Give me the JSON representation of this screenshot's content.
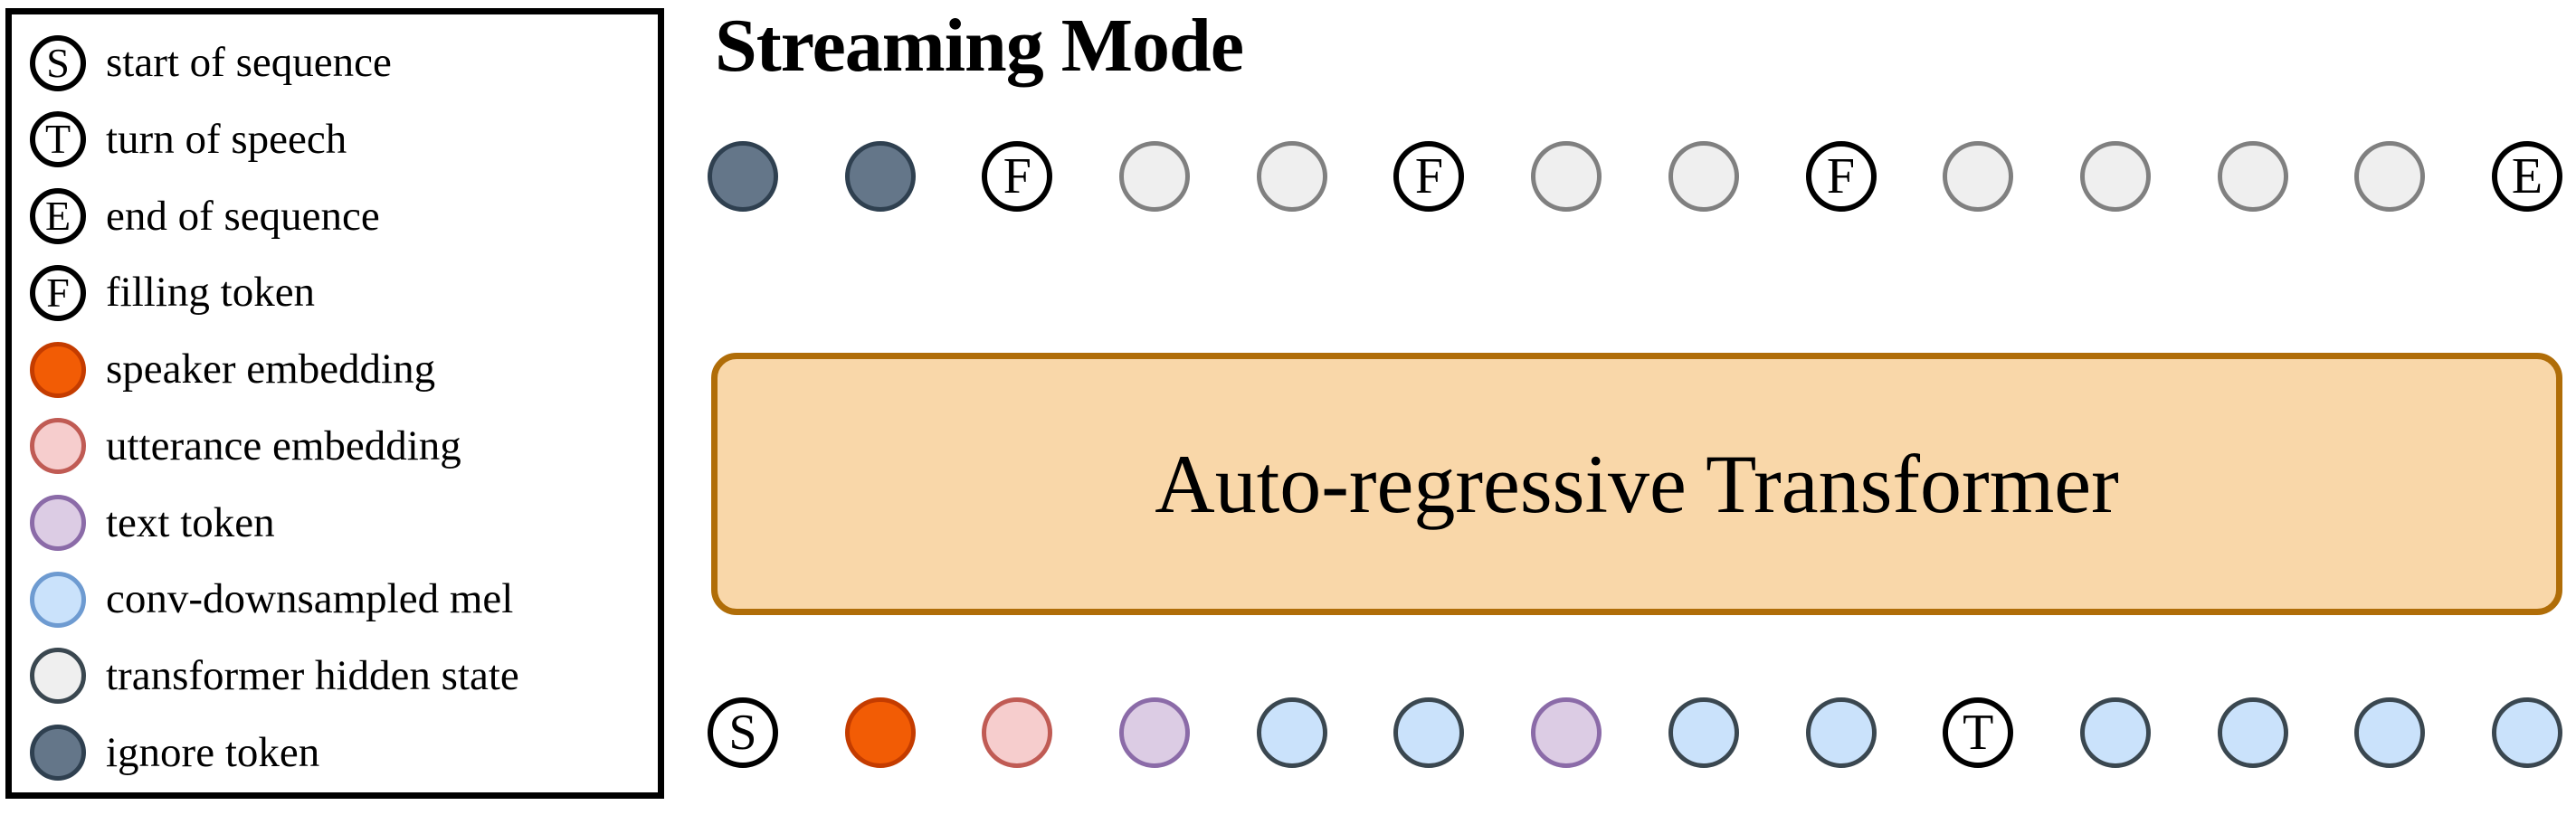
{
  "figure": {
    "title": "Streaming Mode",
    "background": "#ffffff"
  },
  "palette": {
    "letter_token_fill": "#ffffff",
    "letter_token_border": "#000000",
    "speaker_fill": "#F25C05",
    "speaker_border": "#C43C00",
    "utterance_fill": "#F6CDCD",
    "utterance_border": "#C05B54",
    "text_fill": "#DCCCE4",
    "text_border": "#8B6BA8",
    "mel_fill": "#CAE2FB",
    "mel_border": "#6E9BD1",
    "hidden_fill": "#EFEFEF",
    "hidden_border": "#3A4750",
    "ignore_fill": "#647689",
    "ignore_border": "#2F4050",
    "block_fill": "#F9D7A9",
    "block_border": "#B06D08"
  },
  "legend": {
    "items": [
      {
        "glyph": "S",
        "label": "start of sequence",
        "fill": "#ffffff",
        "border": "#000000",
        "border_width": "6px"
      },
      {
        "glyph": "T",
        "label": "turn of speech",
        "fill": "#ffffff",
        "border": "#000000",
        "border_width": "6px"
      },
      {
        "glyph": "E",
        "label": "end of sequence",
        "fill": "#ffffff",
        "border": "#000000",
        "border_width": "6px"
      },
      {
        "glyph": "F",
        "label": "filling token",
        "fill": "#ffffff",
        "border": "#000000",
        "border_width": "6px"
      },
      {
        "glyph": "",
        "label": "speaker embedding",
        "fill": "#F25C05",
        "border": "#C43C00",
        "border_width": "5px"
      },
      {
        "glyph": "",
        "label": "utterance embedding",
        "fill": "#F6CDCD",
        "border": "#C05B54",
        "border_width": "5px"
      },
      {
        "glyph": "",
        "label": "text token",
        "fill": "#DCCCE4",
        "border": "#8B6BA8",
        "border_width": "5px"
      },
      {
        "glyph": "",
        "label": "conv-downsampled mel",
        "fill": "#CAE2FB",
        "border": "#6E9BD1",
        "border_width": "5px"
      },
      {
        "glyph": "",
        "label": "transformer hidden state",
        "fill": "#EFEFEF",
        "border": "#3A4750",
        "border_width": "5px"
      },
      {
        "glyph": "",
        "label": "ignore token",
        "fill": "#647689",
        "border": "#2F4050",
        "border_width": "5px"
      }
    ]
  },
  "block": {
    "label": "Auto-regressive Transformer"
  },
  "chart_data": {
    "type": "diagram",
    "title": "Streaming Mode",
    "rows": [
      {
        "name": "output-tokens",
        "position": "top",
        "tokens": [
          {
            "kind": "ignore",
            "glyph": "",
            "fill": "#647689",
            "border": "#2F4050",
            "border_width": "5px"
          },
          {
            "kind": "ignore",
            "glyph": "",
            "fill": "#647689",
            "border": "#2F4050",
            "border_width": "5px"
          },
          {
            "kind": "filling",
            "glyph": "F",
            "fill": "#ffffff",
            "border": "#000000",
            "border_width": "6px"
          },
          {
            "kind": "hidden",
            "glyph": "",
            "fill": "#EFEFEF",
            "border": "#808080",
            "border_width": "5px"
          },
          {
            "kind": "hidden",
            "glyph": "",
            "fill": "#EFEFEF",
            "border": "#808080",
            "border_width": "5px"
          },
          {
            "kind": "filling",
            "glyph": "F",
            "fill": "#ffffff",
            "border": "#000000",
            "border_width": "6px"
          },
          {
            "kind": "hidden",
            "glyph": "",
            "fill": "#EFEFEF",
            "border": "#808080",
            "border_width": "5px"
          },
          {
            "kind": "hidden",
            "glyph": "",
            "fill": "#EFEFEF",
            "border": "#808080",
            "border_width": "5px"
          },
          {
            "kind": "filling",
            "glyph": "F",
            "fill": "#ffffff",
            "border": "#000000",
            "border_width": "6px"
          },
          {
            "kind": "hidden",
            "glyph": "",
            "fill": "#EFEFEF",
            "border": "#808080",
            "border_width": "5px"
          },
          {
            "kind": "hidden",
            "glyph": "",
            "fill": "#EFEFEF",
            "border": "#808080",
            "border_width": "5px"
          },
          {
            "kind": "hidden",
            "glyph": "",
            "fill": "#EFEFEF",
            "border": "#808080",
            "border_width": "5px"
          },
          {
            "kind": "hidden",
            "glyph": "",
            "fill": "#EFEFEF",
            "border": "#808080",
            "border_width": "5px"
          },
          {
            "kind": "end-of-sequence",
            "glyph": "E",
            "fill": "#ffffff",
            "border": "#000000",
            "border_width": "6px"
          }
        ]
      },
      {
        "name": "input-tokens",
        "position": "bottom",
        "tokens": [
          {
            "kind": "start-of-sequence",
            "glyph": "S",
            "fill": "#ffffff",
            "border": "#000000",
            "border_width": "6px"
          },
          {
            "kind": "speaker",
            "glyph": "",
            "fill": "#F25C05",
            "border": "#C43C00",
            "border_width": "5px"
          },
          {
            "kind": "utterance",
            "glyph": "",
            "fill": "#F6CDCD",
            "border": "#C05B54",
            "border_width": "5px"
          },
          {
            "kind": "text",
            "glyph": "",
            "fill": "#DCCCE4",
            "border": "#8B6BA8",
            "border_width": "5px"
          },
          {
            "kind": "mel",
            "glyph": "",
            "fill": "#CAE2FB",
            "border": "#3A4750",
            "border_width": "5px"
          },
          {
            "kind": "mel",
            "glyph": "",
            "fill": "#CAE2FB",
            "border": "#3A4750",
            "border_width": "5px"
          },
          {
            "kind": "text",
            "glyph": "",
            "fill": "#DCCCE4",
            "border": "#8B6BA8",
            "border_width": "5px"
          },
          {
            "kind": "mel",
            "glyph": "",
            "fill": "#CAE2FB",
            "border": "#3A4750",
            "border_width": "5px"
          },
          {
            "kind": "mel",
            "glyph": "",
            "fill": "#CAE2FB",
            "border": "#3A4750",
            "border_width": "5px"
          },
          {
            "kind": "turn-of-speech",
            "glyph": "T",
            "fill": "#ffffff",
            "border": "#000000",
            "border_width": "6px"
          },
          {
            "kind": "mel",
            "glyph": "",
            "fill": "#CAE2FB",
            "border": "#3A4750",
            "border_width": "5px"
          },
          {
            "kind": "mel",
            "glyph": "",
            "fill": "#CAE2FB",
            "border": "#3A4750",
            "border_width": "5px"
          },
          {
            "kind": "mel",
            "glyph": "",
            "fill": "#CAE2FB",
            "border": "#3A4750",
            "border_width": "5px"
          },
          {
            "kind": "mel",
            "glyph": "",
            "fill": "#CAE2FB",
            "border": "#3A4750",
            "border_width": "5px"
          }
        ]
      }
    ],
    "block_label": "Auto-regressive Transformer"
  }
}
